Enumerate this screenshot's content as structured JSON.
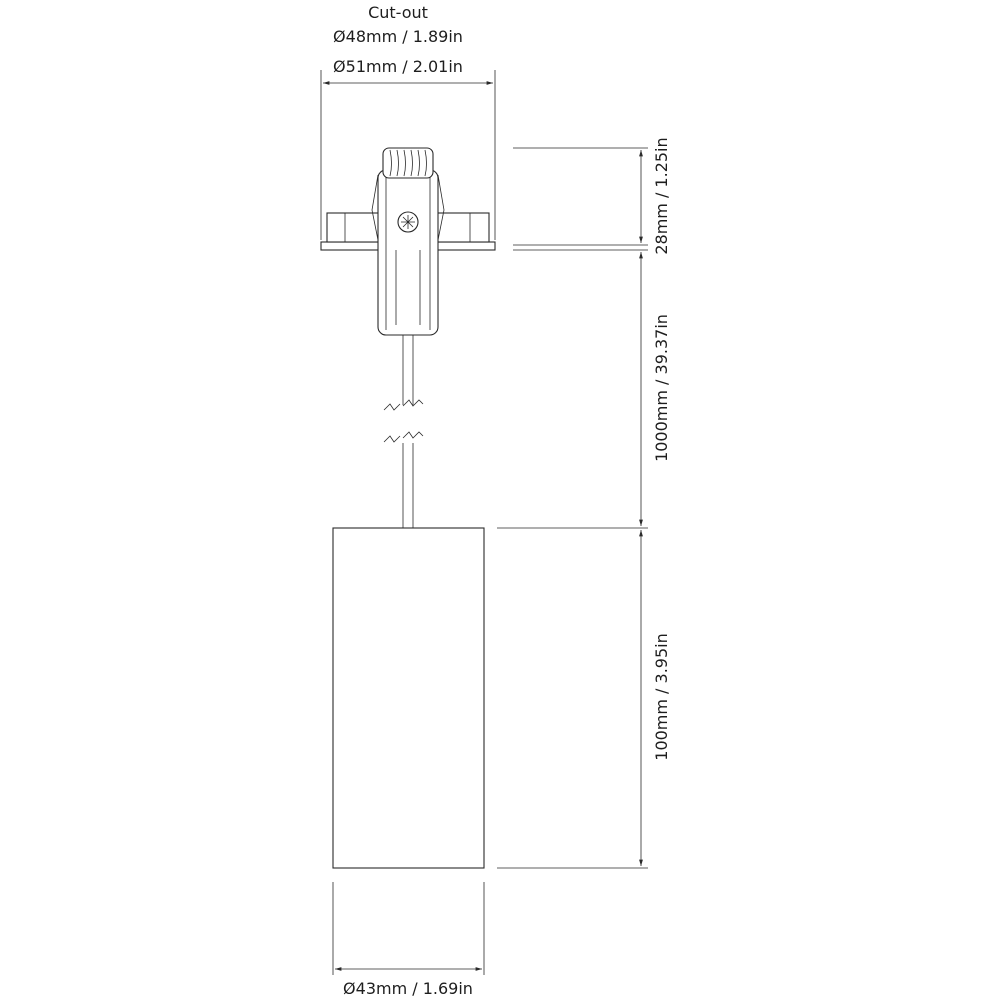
{
  "labels": {
    "cutout_title": "Cut-out",
    "cutout_diameter": "Ø48mm / 1.89in",
    "flange_diameter": "Ø51mm / 2.01in",
    "recess_height": "28mm / 1.25in",
    "cable_length": "1000mm / 39.37in",
    "body_height": "100mm / 3.95in",
    "body_diameter": "Ø43mm / 1.69in"
  },
  "colors": {
    "line": "#2a2a2a",
    "text": "#1e1e1e",
    "background": "#ffffff"
  }
}
